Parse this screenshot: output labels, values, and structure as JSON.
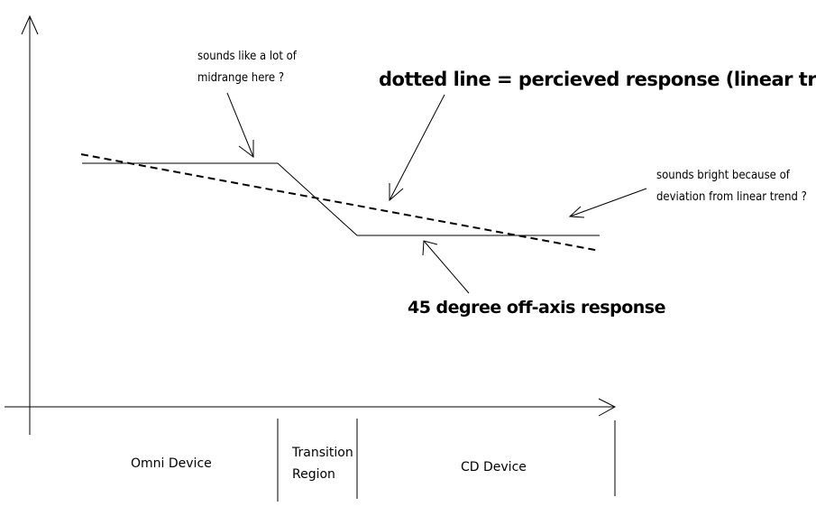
{
  "annotations": {
    "midrange": [
      "sounds like a lot of",
      "midrange here ?"
    ],
    "dotted_legend": "dotted line = percieved response (linear trend)",
    "bright": [
      "sounds bright because of",
      "deviation from linear trend ?"
    ],
    "off_axis": "45 degree off-axis response"
  },
  "regions": {
    "omni": "Omni Device",
    "transition": [
      "Transition",
      "Region"
    ],
    "cd": "CD Device"
  },
  "colors": {
    "ink": "#000000",
    "background": "#ffffff"
  }
}
